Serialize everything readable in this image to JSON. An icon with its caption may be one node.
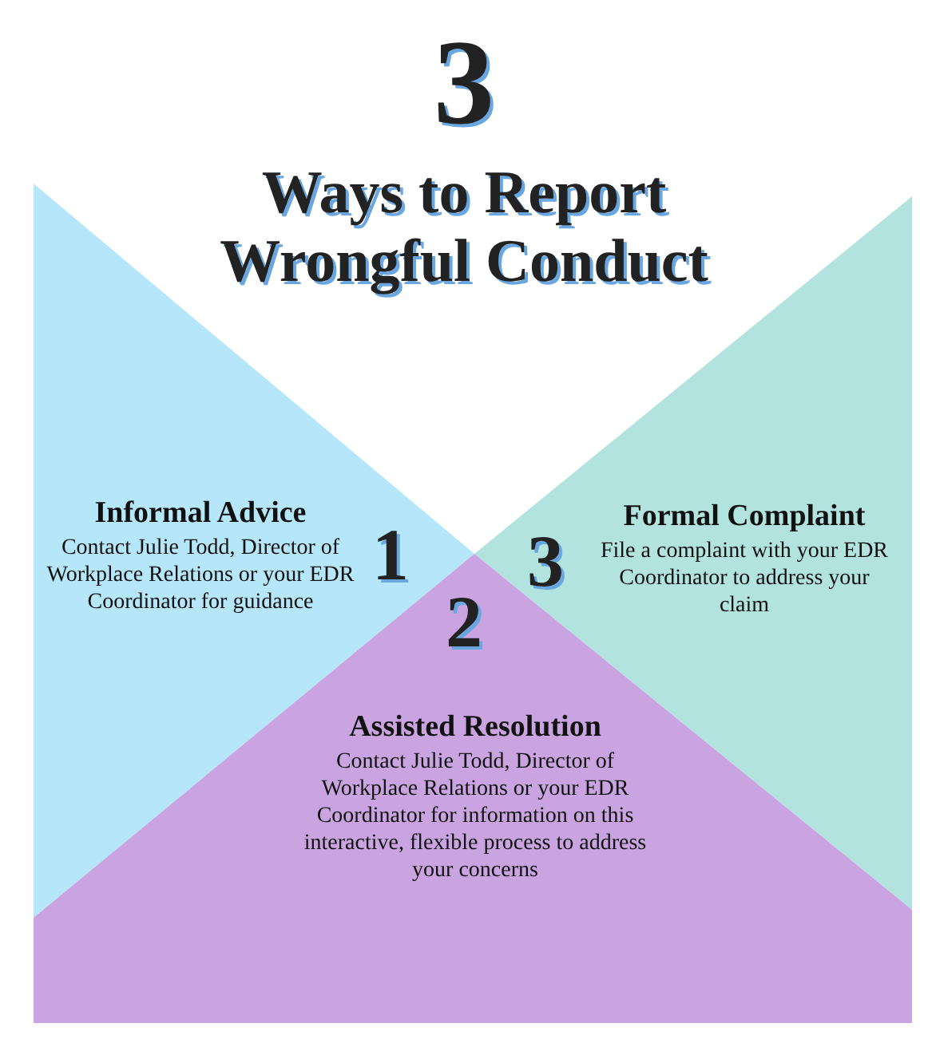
{
  "diagram": {
    "title": "Ways to Report Wrongful Conduct",
    "nodes": [
      {
        "text": [
          "Informal Advice",
          "Contact Julie Todd, Director of Workplace Relations or your EDR Coordinator for guidance",
          "1"
        ]
      },
      {
        "text": [
          "3",
          "Formal Complaint",
          "File a complaint with your EDR Coordinator to address your claim"
        ]
      },
      {
        "text": [
          "2",
          "Assisted Resolution",
          "Contact Julie Todd, Director of Workplace Relations or your EDR Coordinator for information on this interactive, flexible process to address your concerns"
        ]
      }
    ],
    "labels": [
      "3"
    ]
  }
}
